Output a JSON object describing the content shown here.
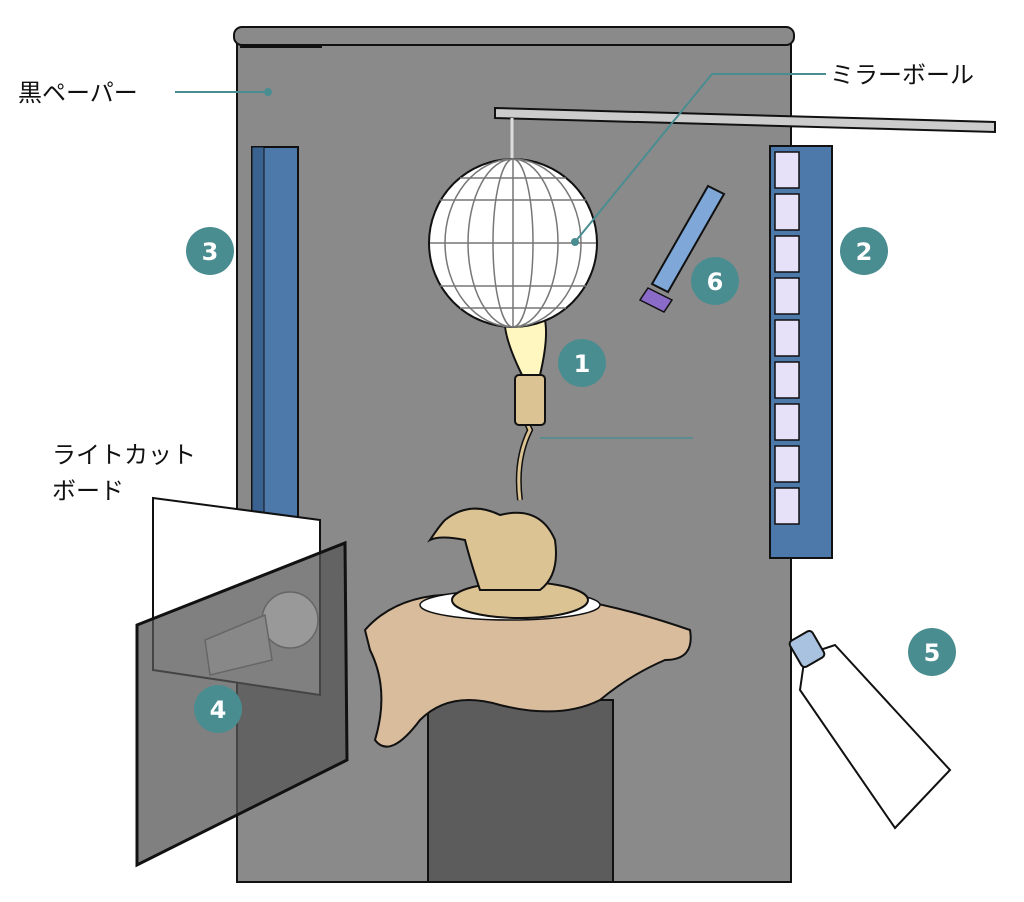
{
  "labels": {
    "black_paper": "黒ペーパー",
    "mirror_ball": "ミラーボール",
    "light_cut_board_line1": "ライトカット",
    "light_cut_board_line2": "ボード"
  },
  "markers": [
    "1",
    "2",
    "3",
    "4",
    "5",
    "6"
  ],
  "colors": {
    "backdrop": "#8a8a8a",
    "marker": "#4a8d91",
    "light_panel": "#4c78aa",
    "leader_line": "#4a8d91"
  }
}
